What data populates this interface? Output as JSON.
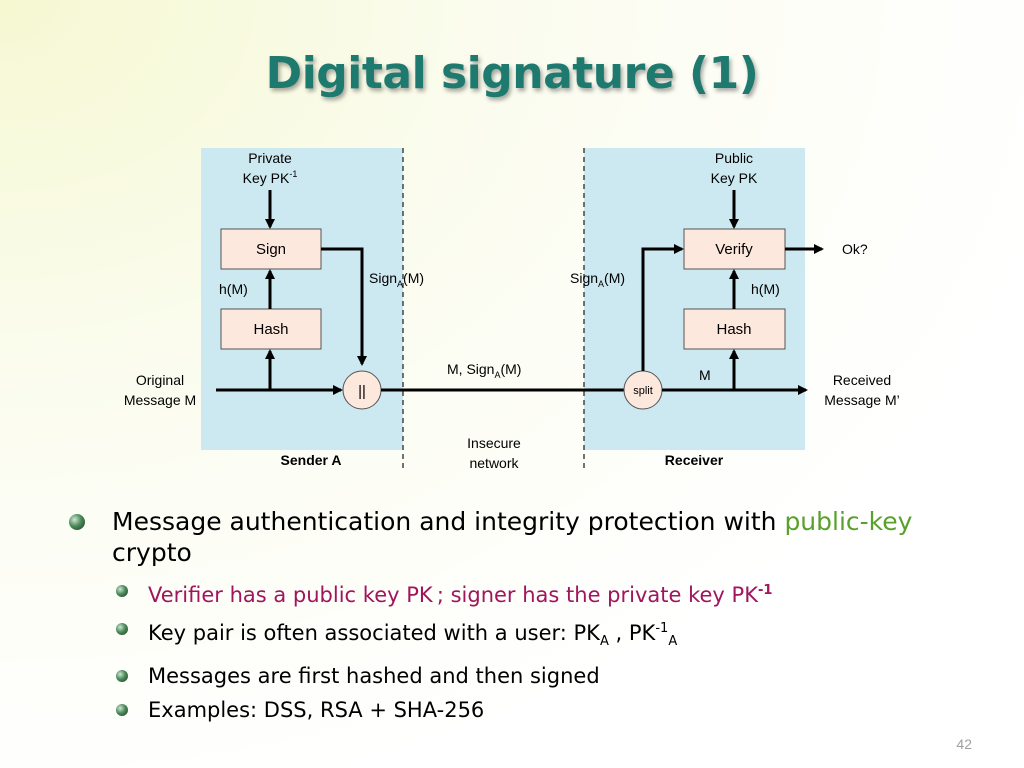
{
  "title": "Digital signature (1)",
  "diagram": {
    "sender_region_label": "Sender A",
    "receiver_region_label": "Receiver",
    "network_label_1": "Insecure",
    "network_label_2": "network",
    "private_key_line1": "Private",
    "private_key_line2_prefix": "Key PK",
    "private_key_line2_sup": "-1",
    "public_key_line1": "Public",
    "public_key_line2": "Key PK",
    "sign_box": "Sign",
    "hash_box_sender": "Hash",
    "verify_box": "Verify",
    "hash_box_receiver": "Hash",
    "concat_symbol": "||",
    "split_label": "split",
    "hm_sender": "h(M)",
    "hm_receiver": "h(M)",
    "sign_label_prefix": "Sign",
    "sign_label_sub": "A",
    "sign_label_suffix": "(M)",
    "m_sign_prefix": "M, Sign",
    "m_label": "M",
    "ok_label": "Ok?",
    "original_message_line1": "Original",
    "original_message_line2": "Message M",
    "received_message_line1": "Received",
    "received_message_line2": "Message M’",
    "colors": {
      "region": "#cce8f0",
      "box": "#fde8de",
      "box_border": "#555555"
    }
  },
  "bullets": {
    "item1_part1": "Message authentication and integrity protection with ",
    "item1_highlight": "public-key",
    "item1_part2": " crypto",
    "sub1_text": "Verifier has a public key PK ; signer has the private key PK",
    "sub1_sup": "-1",
    "sub2_text": "Key pair is often associated with a user: PK",
    "sub2_sub1": "A",
    "sub2_mid": " , PK",
    "sub2_sup": "-1",
    "sub2_sub2": "A",
    "sub3_text": "Messages are first hashed and then signed",
    "sub4_text": "Examples: DSS, RSA + SHA-256"
  },
  "page_number": "42",
  "colors": {
    "title": "#1e7a6e",
    "highlight_green": "#5aa02c",
    "sub_bullet_pink": "#a0155c"
  }
}
